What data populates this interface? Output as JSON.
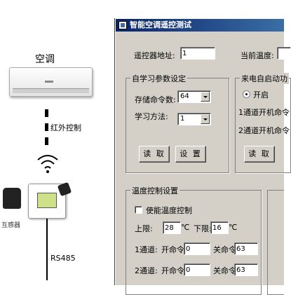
{
  "illustration": {
    "ac_label": "空调",
    "ir_label": "红外控制",
    "sensor_label": "互感器",
    "bus_label": "RS485"
  },
  "window": {
    "title": "智能空调遥控测试"
  },
  "main": {
    "address_label": "遥控器地址:",
    "address_value": "1",
    "temp_label": "当前温度:"
  },
  "learn_group": {
    "legend": "自学习参数设定",
    "count_label": "存储命令数:",
    "count_value": "64",
    "method_label": "学习方法:",
    "method_value": "1",
    "read_button": "读 取",
    "set_button": "设 置"
  },
  "power_group": {
    "legend": "来电自启动功",
    "radio_label": "开启",
    "ch1_label": "1通道开机命令",
    "ch2_label": "2通道开机命令",
    "read_button": "读 取"
  },
  "temp_group": {
    "legend": "温度控制设置",
    "enable_label": "使能温度控制",
    "upper_label": "上限:",
    "upper_value": "28",
    "upper_unit": "℃",
    "lower_label": "下限:",
    "lower_value": "16",
    "lower_unit": "℃",
    "ch1_label": "1通道:",
    "ch2_label": "2通道:",
    "on_label": "开命令",
    "off_label": "关命令",
    "ch1_on_value": "0",
    "ch1_off_value": "63",
    "ch2_on_value": "0",
    "ch2_off_value": "63"
  }
}
